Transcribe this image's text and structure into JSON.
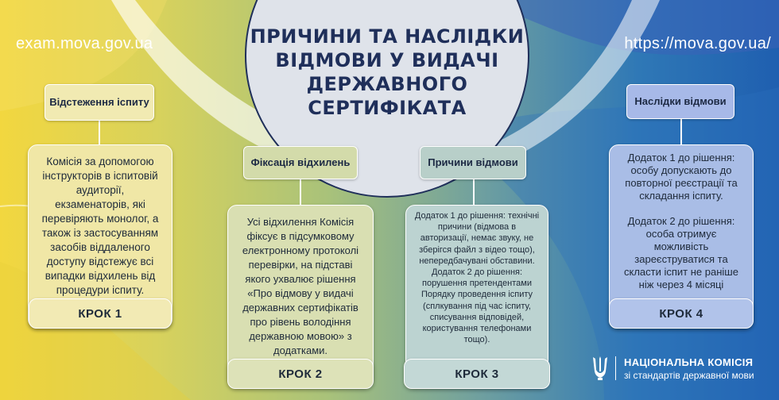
{
  "header": {
    "url_left": "exam.mova.gov.ua",
    "url_right": "https://mova.gov.ua/",
    "title": "ПРИЧИНИ ТА НАСЛІДКИ ВІДМОВИ У ВИДАЧІ ДЕРЖАВНОГО СЕРТИФІКАТА"
  },
  "steps": [
    {
      "tag": "Відстеження іспиту",
      "body": [
        "Комісія за допомогою інструкторів в іспитовій аудиторії, екзаменаторів, які перевіряють монолог, а також із застосуванням засобів віддаленого доступу відстежує всі випадки відхилень від процедури іспиту."
      ],
      "label": "КРОК 1"
    },
    {
      "tag": "Фіксація відхилень",
      "body": [
        "Усі відхилення Комісія фіксує в підсумковому електронному протоколі перевірки, на підставі якого ухвалює рішення «Про відмову у видачі державних сертифікатів про рівень володіння державною мовою» з додатками."
      ],
      "label": "КРОК 2"
    },
    {
      "tag": "Причини відмови",
      "body": [
        "Додаток 1 до рішення: технічні причини (відмова в авторизації, немає звуку, не зберігся файл з відео тощо), непередбачувані обставини.",
        "Додаток 2 до рішення: порушення претендентами Порядку проведення іспиту (сплкування під час іспиту, списування відповідей, користування телефонами тощо)."
      ],
      "label": "КРОК 3"
    },
    {
      "tag": "Наслідки відмови",
      "body": [
        "Додаток 1 до рішення: особу допускають до повторної реєстрації та складання іспиту.",
        "Додаток 2 до рішення: особа отримує можливість зареєструватися та скласти іспит не раніше ніж через 4 місяці"
      ],
      "label": "КРОК 4"
    }
  ],
  "logo": {
    "line1": "НАЦІОНАЛЬНА КОМІСІЯ",
    "line2": "зі стандартів державної мови"
  },
  "colors": {
    "title_text": "#1f2f5a",
    "step4_tag": "#a7b9e8",
    "step4_card": "#a9bde6"
  }
}
